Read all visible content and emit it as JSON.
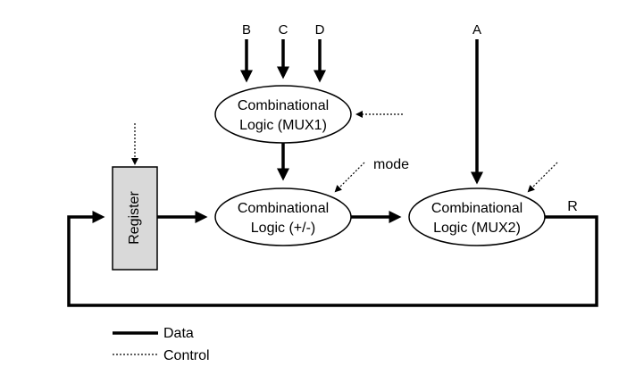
{
  "diagram": {
    "inputs": {
      "b": "B",
      "c": "C",
      "d": "D",
      "a": "A"
    },
    "nodes": {
      "mux1": {
        "line1": "Combinational",
        "line2": "Logic (MUX1)"
      },
      "addsub": {
        "line1": "Combinational",
        "line2": "Logic (+/-)"
      },
      "mux2": {
        "line1": "Combinational",
        "line2": "Logic (MUX2)"
      },
      "register": {
        "label": "Register"
      }
    },
    "labels": {
      "mode": "mode",
      "result": "R"
    },
    "legend": {
      "data": "Data",
      "control": "Control"
    }
  },
  "colors": {
    "stroke": "#000000",
    "register_fill": "#d9d9d9",
    "background": "#ffffff"
  }
}
